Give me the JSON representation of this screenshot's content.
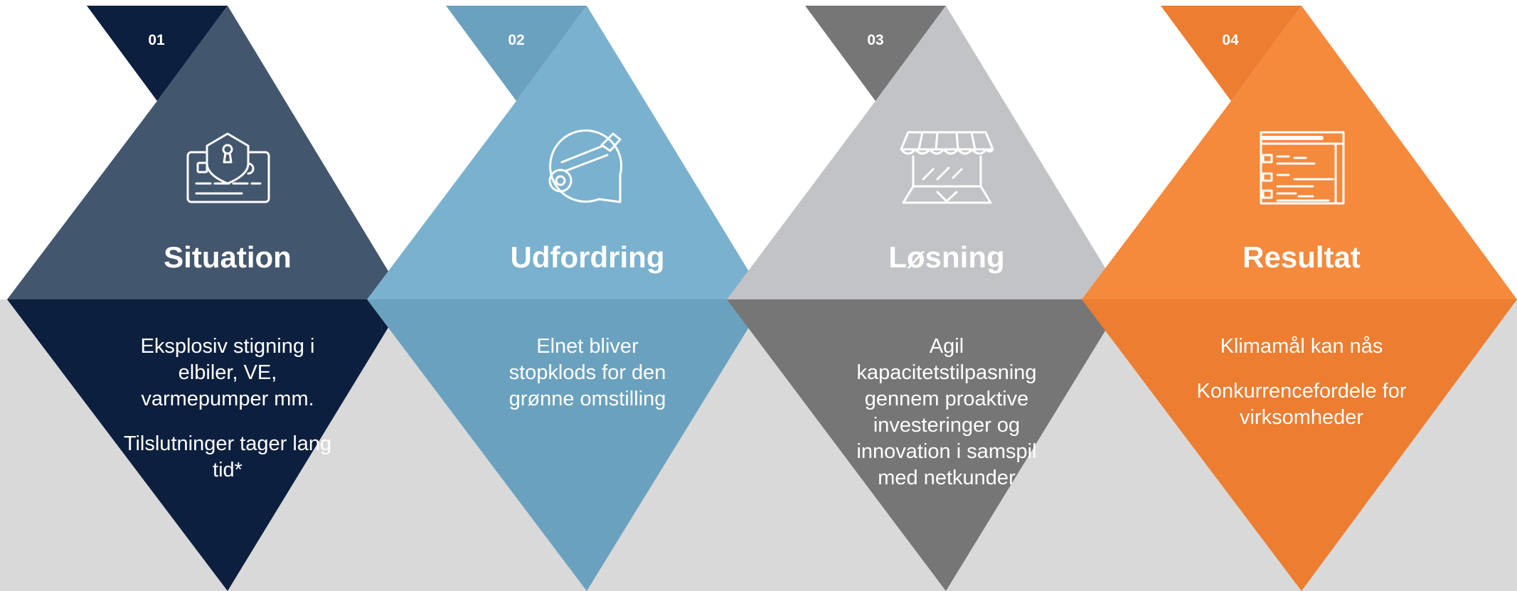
{
  "steps": [
    {
      "number": "01",
      "title": "Situation",
      "icon": "secure-card-icon",
      "paragraphs": [
        "Eksplosiv stigning i elbiler, VE, varmepumper mm.",
        "Tilslutninger tager lang tid*"
      ],
      "colors": {
        "upper": "#42566E",
        "lower": "#0C1F3E",
        "notch": "#0C1F3E"
      }
    },
    {
      "number": "02",
      "title": "Udfordring",
      "icon": "wrench-chat-icon",
      "paragraphs": [
        "Elnet bliver stopklods for den grønne omstilling"
      ],
      "colors": {
        "upper": "#7AB1CF",
        "lower": "#6AA1BE",
        "notch": "#6AA1BE"
      }
    },
    {
      "number": "03",
      "title": "Løsning",
      "icon": "storefront-icon",
      "paragraphs": [
        "Agil kapacitetstilpasning gennem proaktive investeringer og innovation i samspil med  netkunder"
      ],
      "colors": {
        "upper": "#C2C3C6",
        "lower": "#767676",
        "notch": "#767676"
      }
    },
    {
      "number": "04",
      "title": "Resultat",
      "icon": "webpage-list-icon",
      "paragraphs": [
        "Klimamål kan nås",
        "Konkurrencefordele for virksomheder"
      ],
      "colors": {
        "upper": "#F5893C",
        "lower": "#ED7D31",
        "notch": "#ED7D31"
      }
    }
  ],
  "colors": {
    "bottom_band": "#D9D9D9",
    "background": "#FFFFFF",
    "text": "#FFFFFF"
  }
}
